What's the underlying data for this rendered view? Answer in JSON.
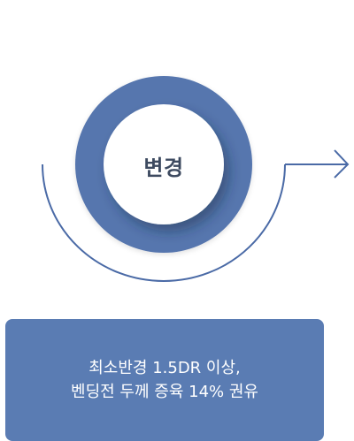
{
  "center": {
    "label": "변경"
  },
  "note": {
    "line1": "최소반경 1.5DR 이상,",
    "line2": "벤딩전 두께 증육 14% 권유"
  },
  "colors": {
    "ring": "#5676ae",
    "inner_circle": "#ffffff",
    "arc_arrow": "#4a6aa6",
    "note_background": "#5a7cb3",
    "label_text": "#3d4a60",
    "note_text": "#ffffff"
  },
  "icons": {
    "arrow": "arrow-right-icon"
  }
}
